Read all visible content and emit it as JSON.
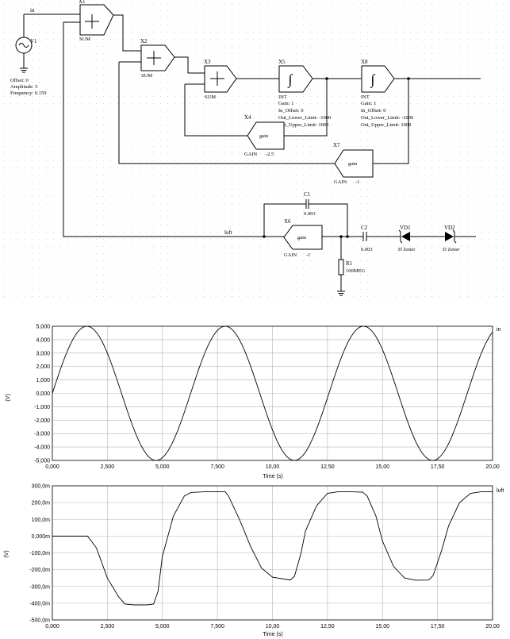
{
  "schematic": {
    "nets": {
      "in": "in",
      "luft": "luft"
    },
    "source": {
      "id": "V1",
      "offset": "Offset: 0",
      "amplitude": "Amplitude: 5",
      "frequency": "Frequency: 0.159"
    },
    "blocks": {
      "x1": {
        "id": "X1",
        "type": "SUM"
      },
      "x2": {
        "id": "X2",
        "type": "SUM"
      },
      "x3": {
        "id": "X3",
        "type": "SUM"
      },
      "x5": {
        "id": "X5",
        "type": "INT",
        "gain": "Gain: 1",
        "in_offset": "In_Offset: 0",
        "lower": "Out_Lower_Limit: -1000",
        "upper": "Out_Upper_Limit: 1000"
      },
      "x8": {
        "id": "X8",
        "type": "INT",
        "gain": "Gain: 1",
        "in_offset": "In_Offset: 0",
        "lower": "Out_Lower_Limit: -1000",
        "upper": "Out_Upper_Limit: 1000"
      },
      "x4": {
        "id": "X4",
        "body": "gain",
        "type": "GAIN",
        "value": "-2.5"
      },
      "x7": {
        "id": "X7",
        "body": "gain",
        "type": "GAIN",
        "value": "-1"
      },
      "x6": {
        "id": "X6",
        "body": "gain",
        "type": "GAIN",
        "value": "-1"
      }
    },
    "passives": {
      "c1": {
        "id": "C1",
        "value": "0.003"
      },
      "c2": {
        "id": "C2",
        "value": "0.003"
      },
      "r1": {
        "id": "R1",
        "value": "100MEG"
      },
      "vd1": {
        "id": "VD1",
        "value": "D Zener"
      },
      "vd2": {
        "id": "VD2",
        "value": "D Zener"
      }
    }
  },
  "chart_data": [
    {
      "type": "line",
      "series": [
        {
          "name": "in",
          "function": "5*sin(t)",
          "x_range": [
            0,
            20
          ]
        }
      ],
      "xlabel": "Time (s)",
      "ylabel": "(V)",
      "xlim": [
        0,
        20
      ],
      "ylim": [
        -5,
        5
      ],
      "xticks": [
        "0,000",
        "2,500",
        "5,000",
        "7,500",
        "10,00",
        "12,50",
        "15,00",
        "17,50",
        "20,00"
      ],
      "yticks": [
        "5,000",
        "4,000",
        "3,000",
        "2,000",
        "1,000",
        "0,000",
        "-1,000",
        "-2,000",
        "-3,000",
        "-4,000",
        "-5,000"
      ],
      "grid": true,
      "legend_position": "top-right"
    },
    {
      "type": "line",
      "series": [
        {
          "name": "luft",
          "x": [
            0,
            1.6,
            2.0,
            2.5,
            3.0,
            3.3,
            3.7,
            4.3,
            4.6,
            4.8,
            5.0,
            5.5,
            6.0,
            6.3,
            7.0,
            7.85,
            8.0,
            8.5,
            9.0,
            9.5,
            10.0,
            10.8,
            11.0,
            11.3,
            11.5,
            12.0,
            12.5,
            13.0,
            13.5,
            14.1,
            14.3,
            14.7,
            15.0,
            15.5,
            16.0,
            16.5,
            17.1,
            17.3,
            17.7,
            18.0,
            18.5,
            19.0,
            19.5,
            20.0
          ],
          "y": [
            0,
            0,
            -0.07,
            -0.25,
            -0.36,
            -0.405,
            -0.41,
            -0.41,
            -0.405,
            -0.33,
            -0.12,
            0.12,
            0.24,
            0.26,
            0.265,
            0.265,
            0.24,
            0.1,
            -0.06,
            -0.19,
            -0.245,
            -0.262,
            -0.24,
            -0.1,
            0.03,
            0.18,
            0.255,
            0.265,
            0.265,
            0.262,
            0.24,
            0.12,
            -0.03,
            -0.18,
            -0.25,
            -0.263,
            -0.262,
            -0.235,
            -0.08,
            0.06,
            0.2,
            0.255,
            0.265,
            0.265
          ]
        }
      ],
      "xlabel": "Time (s)",
      "ylabel": "(V)",
      "xlim": [
        0,
        20
      ],
      "ylim": [
        -0.5,
        0.3
      ],
      "xticks": [
        "0,000",
        "2,500",
        "5,000",
        "7,500",
        "10,00",
        "12,50",
        "15,00",
        "17,50",
        "20,00"
      ],
      "yticks": [
        "300,0m",
        "200,0m",
        "100,0m",
        "0,000m",
        "-100,0m",
        "-200,0m",
        "-300,0m",
        "-400,0m",
        "-500,0m"
      ],
      "grid": true,
      "legend_position": "top-right"
    }
  ]
}
